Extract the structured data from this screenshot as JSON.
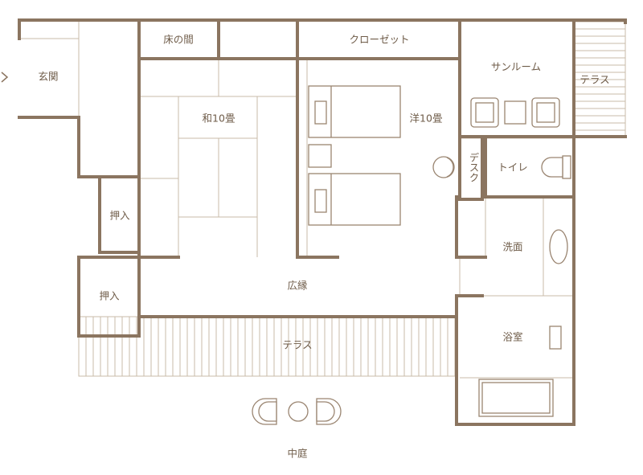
{
  "colors": {
    "wall": "#8b7560",
    "thin_line": "#c9bba9",
    "label": "#6f5c49",
    "background": "#ffffff"
  },
  "rooms": {
    "entrance": "玄関",
    "tokonoma": "床の間",
    "closet": "クローゼット",
    "sunroom": "サンルーム",
    "terrace_top": "テラス",
    "washitsu": "和10畳",
    "youshitsu": "洋10畳",
    "desk": "デスク",
    "toilet": "トイレ",
    "oshiire_1": "押入",
    "oshiire_2": "押入",
    "senmen": "洗面",
    "hiroen": "広縁",
    "terrace_bottom": "テラス",
    "bath": "浴室",
    "courtyard": "中庭"
  },
  "icons": {
    "entry": "entry-arrow-icon"
  }
}
